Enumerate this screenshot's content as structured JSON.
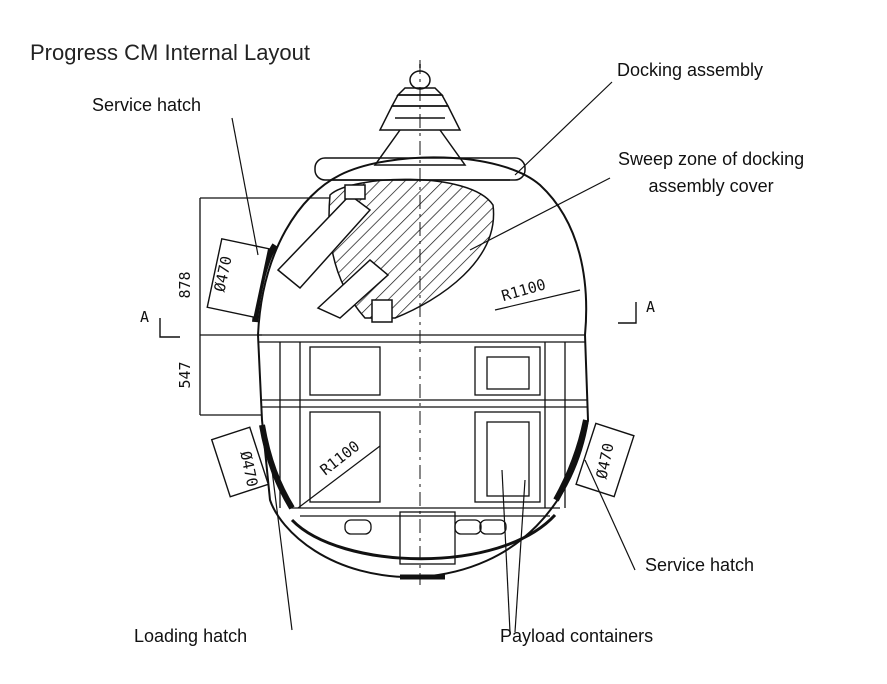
{
  "title": "Progress CM Internal Layout",
  "callouts": {
    "docking_assembly": "Docking assembly",
    "sweep_zone": "Sweep zone of docking\nassembly cover",
    "service_hatch_top": "Service hatch",
    "service_hatch_right": "Service hatch",
    "loading_hatch": "Loading hatch",
    "payload_containers": "Payload containers"
  },
  "dimensions": {
    "height_upper": "878",
    "height_lower": "547",
    "radius_upper": "R1100",
    "radius_lower": "R1100",
    "hatch_left_upper": "Ø470",
    "hatch_left_lower": "Ø470",
    "hatch_right": "Ø470"
  },
  "section_marks": {
    "left": "A",
    "right": "A"
  },
  "colors": {
    "line": "#111111",
    "background": "#ffffff"
  }
}
